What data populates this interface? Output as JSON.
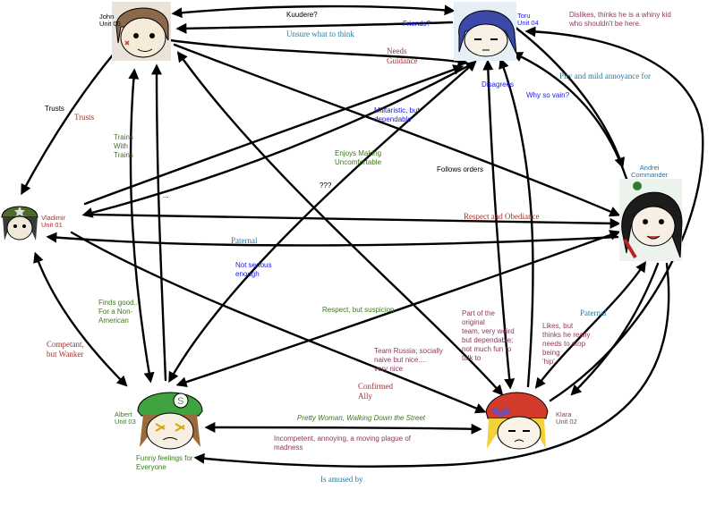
{
  "characters": [
    {
      "id": "john",
      "name": "John",
      "unit": "Unit 00"
    },
    {
      "id": "toru",
      "name": "Toru",
      "unit": "Unit 04"
    },
    {
      "id": "andrei",
      "name": "Andrei",
      "unit": "Commander"
    },
    {
      "id": "vladimir",
      "name": "Vladimir",
      "unit": "Unit 01"
    },
    {
      "id": "albert",
      "name": "Albert",
      "unit": "Unit 03"
    },
    {
      "id": "klara",
      "name": "Klara",
      "unit": "Unit 02"
    }
  ],
  "relations": {
    "kuudere": "Kuudere?",
    "friends": "Friends?",
    "unsure": "Unsure what to think",
    "dislikes": "Dislikes, thinks he is a whiny kid\nwho shouldn't be here.",
    "needs_guidance": "Needs\nGuidance",
    "pity": "Pity and mild annoyance for",
    "disagrees": "Disagrees",
    "why_vain": "Why so vain?",
    "militaristic": "Militaristic, but\ndependable",
    "trusts_black": "Trusts",
    "trusts_red": "Trusts",
    "trains": "Trains\nWith\nTrains",
    "enjoys": "Enjoys Making\nUncomfortable",
    "follows": "Follows orders",
    "qqq": "???",
    "dots": "...",
    "respect_obed": "Respect and Obediance",
    "paternal_left": "Paternal",
    "not_serious": "Not serious\nenough",
    "finds_good": "Finds good...\nFor a Non-\nAmerican",
    "respect_susp": "Respect, but suspicion",
    "part_of_team": "Part of the\noriginal\nteam, very weird\nbut dependable;\nnot much fun to\ntalk to",
    "likes_but": "Likes, but\nthinks he really\nneeds to stop\nbeing\n'hip'",
    "paternal_right": "Paternal",
    "competant": "Competant,\nbut Wanker",
    "team_russia": "Team Russia; socially\nnaive but nice....\n            very nice",
    "confirmed": "Confirmed\nAlly",
    "pretty_woman": "Pretty Woman, Walking Down the Street",
    "incompetent": "Incompetent, annoying, a moving plague of\nmadness",
    "funny_feelings": "Funny feelings for\nEveryone",
    "amused": "Is amused by"
  },
  "colors": {
    "red": "#a0342f",
    "green": "#3c7a1f",
    "blue": "#1a1ae0",
    "teal": "#2a7a9a",
    "purple": "#8a3a5e",
    "black": "#000000"
  }
}
